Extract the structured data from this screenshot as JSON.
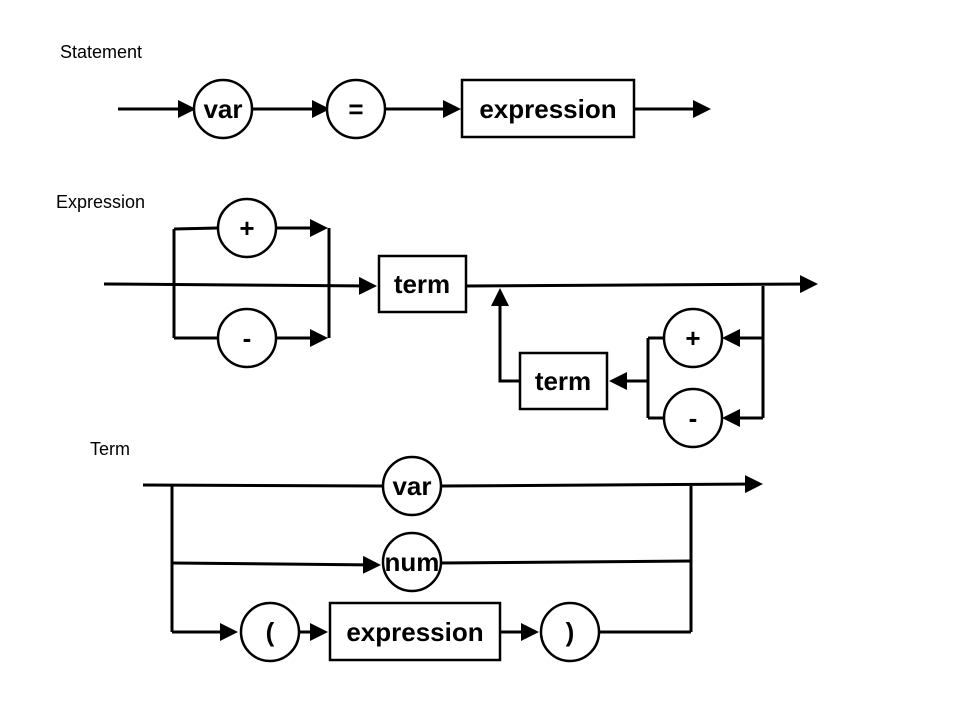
{
  "sections": {
    "statement": {
      "title": "Statement",
      "nodes": {
        "var": "var",
        "equals": "=",
        "expression": "expression"
      }
    },
    "expression": {
      "title": "Expression",
      "nodes": {
        "plus_top": "+",
        "minus_top": "-",
        "term_main": "term",
        "plus_loop": "+",
        "minus_loop": "-",
        "term_loop": "term"
      }
    },
    "term": {
      "title": "Term",
      "nodes": {
        "var": "var",
        "num": "num",
        "lparen": "(",
        "expression": "expression",
        "rparen": ")"
      }
    }
  },
  "colors": {
    "stroke": "#000000",
    "background": "#ffffff"
  }
}
